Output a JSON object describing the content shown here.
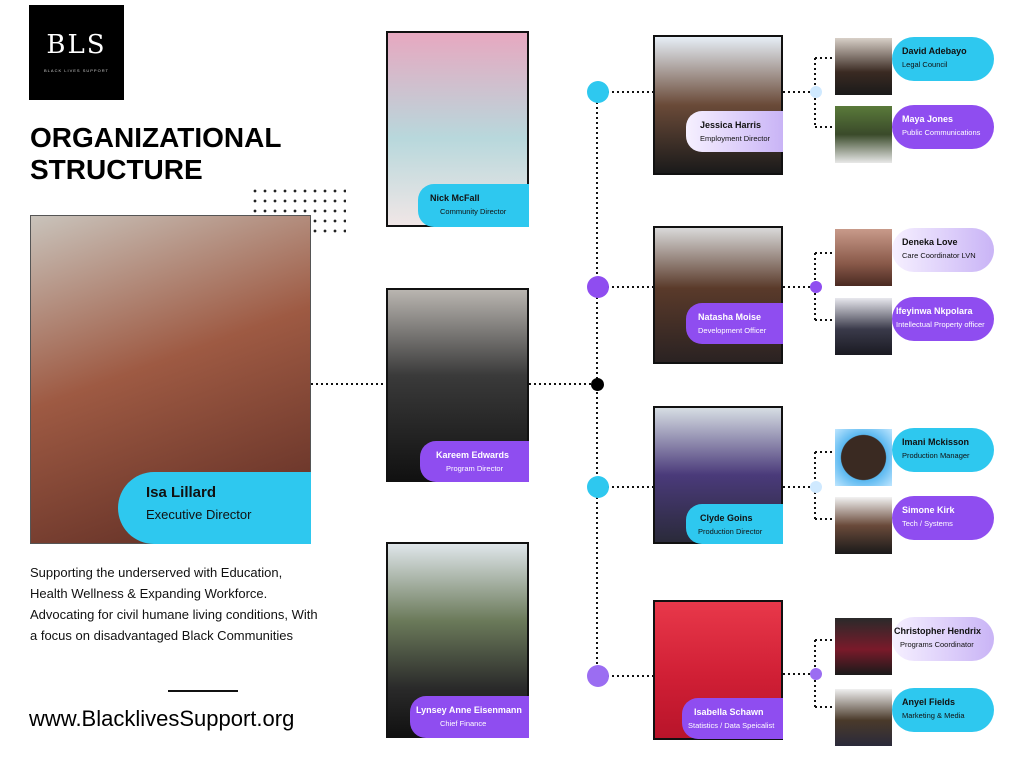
{
  "logo": {
    "mark": "BLS",
    "sub": "BLACK LIVES SUPPORT"
  },
  "title": "ORGANIZATIONAL STRUCTURE",
  "executive": {
    "name": "Isa Lillard",
    "role": "Executive Director"
  },
  "mission": "Supporting the underserved with Education, Health Wellness & Expanding Workforce. Advocating for civil humane living conditions, With a focus on disadvantaged Black Communities",
  "website": "www.BlacklivesSupport.org",
  "directors": [
    {
      "name": "Nick McFall",
      "role": "Community Director"
    },
    {
      "name": "Kareem Edwards",
      "role": "Program Director"
    },
    {
      "name": "Lynsey Anne Eisenmann",
      "role": "Chief Finance"
    }
  ],
  "leads": [
    {
      "name": "Jessica Harris",
      "role": "Employment Director"
    },
    {
      "name": "Natasha Moise",
      "role": "Development Officer"
    },
    {
      "name": "Clyde Goins",
      "role": "Production Director"
    },
    {
      "name": "Isabella Schawn",
      "role": "Statistics / Data Speicalist"
    }
  ],
  "staff": [
    {
      "name": "David Adebayo",
      "role": "Legal Council"
    },
    {
      "name": "Maya Jones",
      "role": "Public Communications"
    },
    {
      "name": "Deneka Love",
      "role": "Care Coordinator LVN"
    },
    {
      "name": "Ifeyinwa Nkpolara",
      "role": "Intellectual Property officer"
    },
    {
      "name": "Imani Mckisson",
      "role": "Production Manager"
    },
    {
      "name": "Simone Kirk",
      "role": "Tech / Systems"
    },
    {
      "name": "Christopher Hendrix",
      "role": "Programs Coordinator"
    },
    {
      "name": "Anyel Fields",
      "role": "Marketing & Media"
    }
  ],
  "colors": {
    "cyan": "#2ec8ef",
    "purple": "#8f4df0",
    "lilac": "#c9b4f6"
  }
}
